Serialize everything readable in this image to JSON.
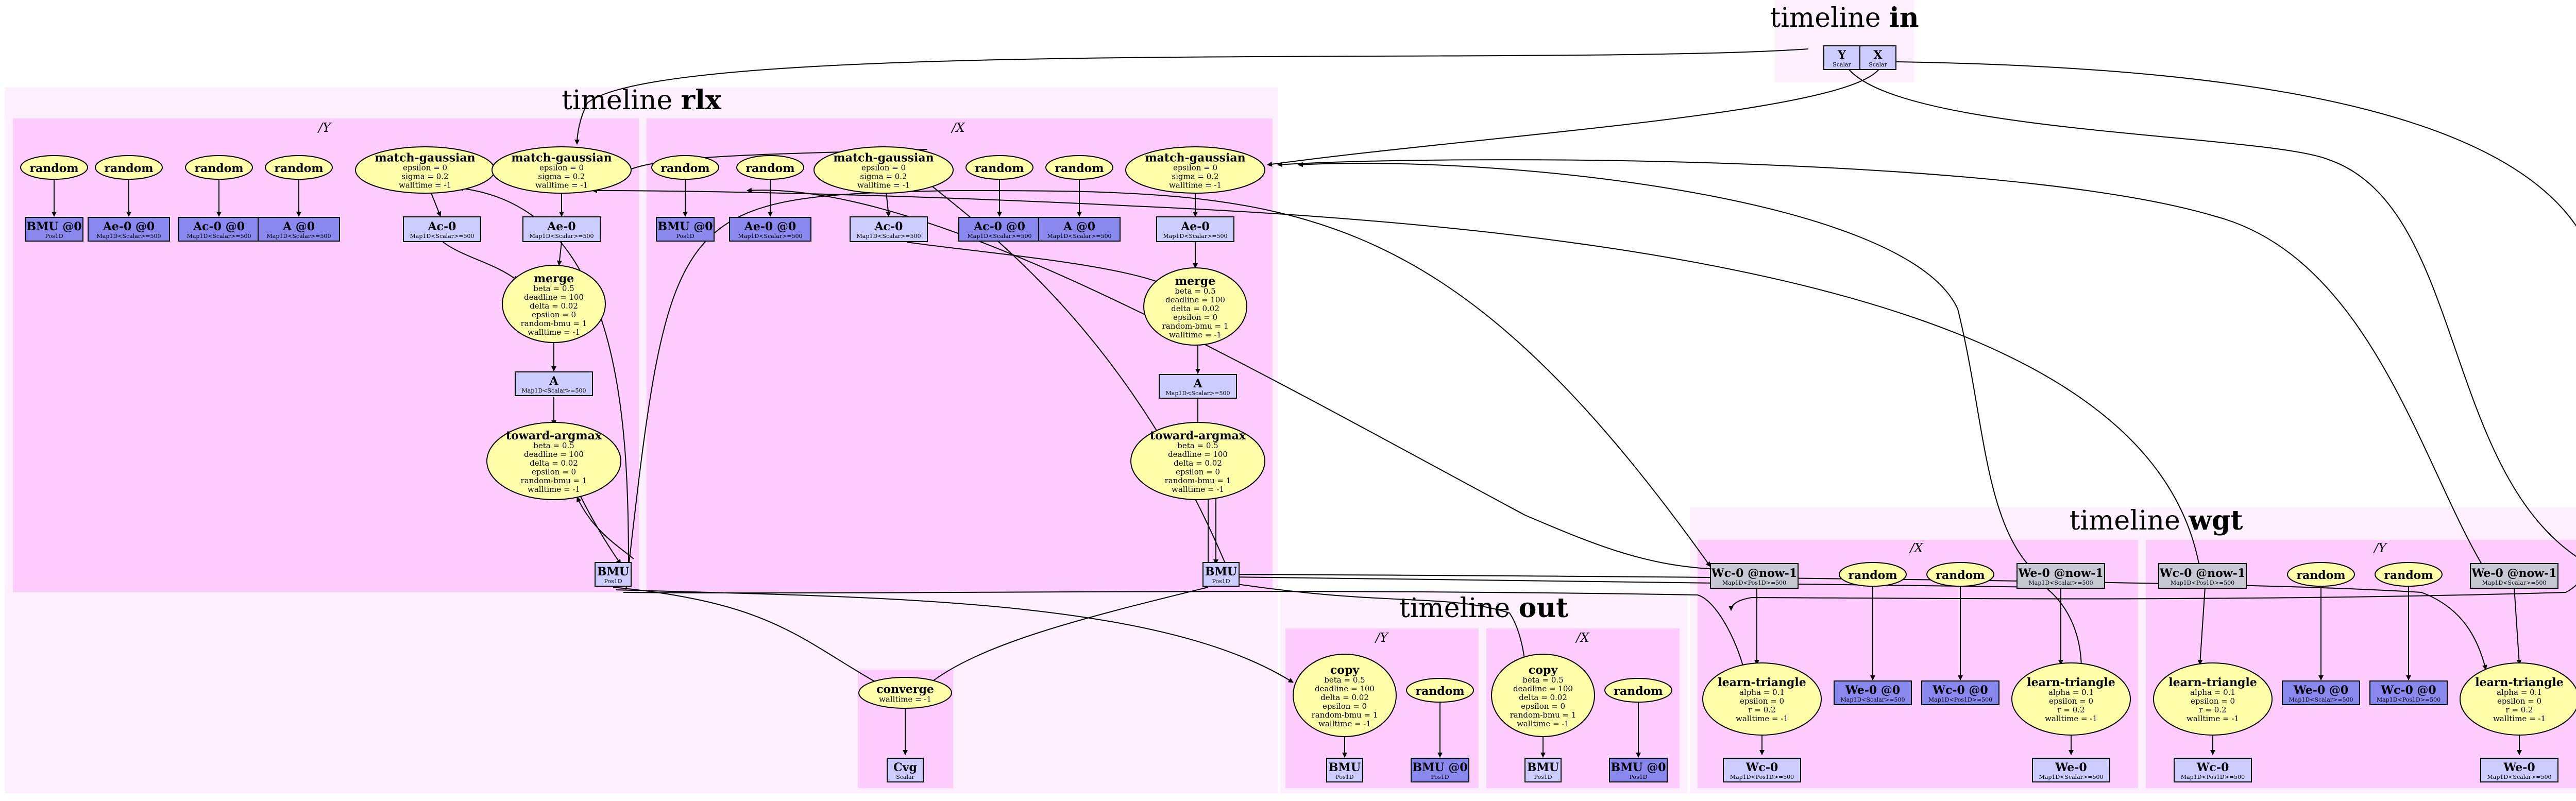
{
  "colors": {
    "outer_cluster": "#fff0ff",
    "inner_cluster": "#ffccff",
    "process_node": "#ffffaa",
    "variable_node": "#ccccff",
    "random_var_node": "#8888ee"
  },
  "timelines": {
    "in": {
      "label": "timeline",
      "name": "in"
    },
    "rlx": {
      "label": "timeline",
      "name": "rlx",
      "sub_y": "/Y",
      "sub_x": "/X"
    },
    "wgt": {
      "label": "timeline",
      "name": "wgt",
      "sub_x": "/X",
      "sub_y": "/Y"
    },
    "out": {
      "label": "timeline",
      "name": "out",
      "sub_y": "/Y",
      "sub_x": "/X"
    }
  },
  "nodes": {
    "in_Y": {
      "title": "Y",
      "sub": "Scalar"
    },
    "in_X": {
      "title": "X",
      "sub": "Scalar"
    },
    "ry_r1": {
      "title": "random"
    },
    "ry_r2": {
      "title": "random"
    },
    "ry_r3": {
      "title": "random"
    },
    "ry_r4": {
      "title": "random"
    },
    "ry_bmu0": {
      "title": "BMU @0",
      "sub": "Pos1D"
    },
    "ry_ae0": {
      "title": "Ae-0 @0",
      "sub": "Map1D<Scalar>=500"
    },
    "ry_ac0": {
      "title": "Ac-0 @0",
      "sub": "Map1D<Scalar>=500"
    },
    "ry_a0": {
      "title": "A @0",
      "sub": "Map1D<Scalar>=500"
    },
    "ry_mg1": {
      "title": "match-gaussian",
      "l1": "epsilon = 0",
      "l2": "sigma = 0.2",
      "l3": "walltime = -1"
    },
    "ry_mg2": {
      "title": "match-gaussian",
      "l1": "epsilon = 0",
      "l2": "sigma = 0.2",
      "l3": "walltime = -1"
    },
    "ry_ac": {
      "title": "Ac-0",
      "sub": "Map1D<Scalar>=500"
    },
    "ry_ae": {
      "title": "Ae-0",
      "sub": "Map1D<Scalar>=500"
    },
    "ry_merge": {
      "title": "merge",
      "l1": "beta = 0.5",
      "l2": "deadline = 100",
      "l3": "delta = 0.02",
      "l4": "epsilon = 0",
      "l5": "random-bmu = 1",
      "l6": "walltime = -1"
    },
    "ry_A": {
      "title": "A",
      "sub": "Map1D<Scalar>=500"
    },
    "ry_ta": {
      "title": "toward-argmax",
      "l1": "beta = 0.5",
      "l2": "deadline = 100",
      "l3": "delta = 0.02",
      "l4": "epsilon = 0",
      "l5": "random-bmu = 1",
      "l6": "walltime = -1"
    },
    "ry_bmu": {
      "title": "BMU",
      "sub": "Pos1D"
    },
    "rx_r1": {
      "title": "random"
    },
    "rx_r2": {
      "title": "random"
    },
    "rx_r3": {
      "title": "random"
    },
    "rx_r4": {
      "title": "random"
    },
    "rx_bmu0": {
      "title": "BMU @0",
      "sub": "Pos1D"
    },
    "rx_ae0": {
      "title": "Ae-0 @0",
      "sub": "Map1D<Scalar>=500"
    },
    "rx_ac0": {
      "title": "Ac-0 @0",
      "sub": "Map1D<Scalar>=500"
    },
    "rx_a0": {
      "title": "A @0",
      "sub": "Map1D<Scalar>=500"
    },
    "rx_mg1": {
      "title": "match-gaussian",
      "l1": "epsilon = 0",
      "l2": "sigma = 0.2",
      "l3": "walltime = -1"
    },
    "rx_mg2": {
      "title": "match-gaussian",
      "l1": "epsilon = 0",
      "l2": "sigma = 0.2",
      "l3": "walltime = -1"
    },
    "rx_ac": {
      "title": "Ac-0",
      "sub": "Map1D<Scalar>=500"
    },
    "rx_ae": {
      "title": "Ae-0",
      "sub": "Map1D<Scalar>=500"
    },
    "rx_merge": {
      "title": "merge",
      "l1": "beta = 0.5",
      "l2": "deadline = 100",
      "l3": "delta = 0.02",
      "l4": "epsilon = 0",
      "l5": "random-bmu = 1",
      "l6": "walltime = -1"
    },
    "rx_A": {
      "title": "A",
      "sub": "Map1D<Scalar>=500"
    },
    "rx_ta": {
      "title": "toward-argmax",
      "l1": "beta = 0.5",
      "l2": "deadline = 100",
      "l3": "delta = 0.02",
      "l4": "epsilon = 0",
      "l5": "random-bmu = 1",
      "l6": "walltime = -1"
    },
    "rx_bmu": {
      "title": "BMU",
      "sub": "Pos1D"
    },
    "conv": {
      "title": "converge",
      "l1": "walltime = -1"
    },
    "cvg": {
      "title": "Cvg",
      "sub": "Scalar"
    },
    "oy_copy": {
      "title": "copy",
      "l1": "beta = 0.5",
      "l2": "deadline = 100",
      "l3": "delta = 0.02",
      "l4": "epsilon = 0",
      "l5": "random-bmu = 1",
      "l6": "walltime = -1"
    },
    "oy_rand": {
      "title": "random"
    },
    "oy_bmu": {
      "title": "BMU",
      "sub": "Pos1D"
    },
    "oy_bmu0": {
      "title": "BMU @0",
      "sub": "Pos1D"
    },
    "ox_copy": {
      "title": "copy",
      "l1": "beta = 0.5",
      "l2": "deadline = 100",
      "l3": "delta = 0.02",
      "l4": "epsilon = 0",
      "l5": "random-bmu = 1",
      "l6": "walltime = -1"
    },
    "ox_rand": {
      "title": "random"
    },
    "ox_bmu": {
      "title": "BMU",
      "sub": "Pos1D"
    },
    "ox_bmu0": {
      "title": "BMU @0",
      "sub": "Pos1D"
    },
    "wx_wcnow": {
      "title": "Wc-0 @now-1",
      "sub": "Map1D<Pos1D>=500"
    },
    "wx_r1": {
      "title": "random"
    },
    "wx_r2": {
      "title": "random"
    },
    "wx_wenow": {
      "title": "We-0 @now-1",
      "sub": "Map1D<Scalar>=500"
    },
    "wx_lt1": {
      "title": "learn-triangle",
      "l1": "alpha = 0.1",
      "l2": "epsilon = 0",
      "l3": "r = 0.2",
      "l4": "walltime = -1"
    },
    "wx_we0": {
      "title": "We-0 @0",
      "sub": "Map1D<Scalar>=500"
    },
    "wx_wc0": {
      "title": "Wc-0 @0",
      "sub": "Map1D<Pos1D>=500"
    },
    "wx_lt2": {
      "title": "learn-triangle",
      "l1": "alpha = 0.1",
      "l2": "epsilon = 0",
      "l3": "r = 0.2",
      "l4": "walltime = -1"
    },
    "wx_wc": {
      "title": "Wc-0",
      "sub": "Map1D<Pos1D>=500"
    },
    "wx_we": {
      "title": "We-0",
      "sub": "Map1D<Scalar>=500"
    },
    "wy_wcnow": {
      "title": "Wc-0 @now-1",
      "sub": "Map1D<Pos1D>=500"
    },
    "wy_r1": {
      "title": "random"
    },
    "wy_r2": {
      "title": "random"
    },
    "wy_wenow": {
      "title": "We-0 @now-1",
      "sub": "Map1D<Scalar>=500"
    },
    "wy_lt1": {
      "title": "learn-triangle",
      "l1": "alpha = 0.1",
      "l2": "epsilon = 0",
      "l3": "r = 0.2",
      "l4": "walltime = -1"
    },
    "wy_we0": {
      "title": "We-0 @0",
      "sub": "Map1D<Scalar>=500"
    },
    "wy_wc0": {
      "title": "Wc-0 @0",
      "sub": "Map1D<Pos1D>=500"
    },
    "wy_lt2": {
      "title": "learn-triangle",
      "l1": "alpha = 0.1",
      "l2": "epsilon = 0",
      "l3": "r = 0.2",
      "l4": "walltime = -1"
    },
    "wy_wc": {
      "title": "Wc-0",
      "sub": "Map1D<Pos1D>=500"
    },
    "wy_we": {
      "title": "We-0",
      "sub": "Map1D<Scalar>=500"
    }
  }
}
